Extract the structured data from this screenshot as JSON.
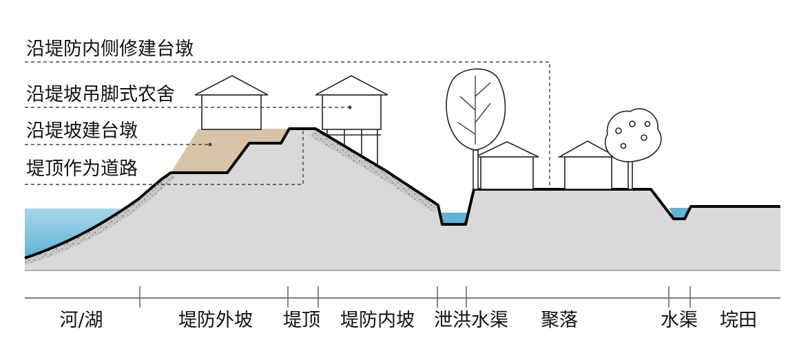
{
  "callouts": {
    "platform_inner": "沿堤防内侧修建台墩",
    "stilt_houses": "沿堤坡吊脚式农舍",
    "platform_slope": "沿堤坡建台墩",
    "crest_road": "堤顶作为道路"
  },
  "zones": [
    {
      "key": "river",
      "label": "河/湖"
    },
    {
      "key": "outer_slope",
      "label": "堤防外坡"
    },
    {
      "key": "crest",
      "label": "堤顶"
    },
    {
      "key": "inner_slope",
      "label": "堤防内坡"
    },
    {
      "key": "flood_channel",
      "label": "泄洪水渠"
    },
    {
      "key": "settlement",
      "label": "聚落"
    },
    {
      "key": "canal",
      "label": "水渠"
    },
    {
      "key": "pond_field",
      "label": "垸田"
    }
  ],
  "colors": {
    "water": "#5fb3d6",
    "water_light": "#a6d7ea",
    "ground": "#d9d9d9",
    "fill_soil": "#d8c3a8",
    "outline": "#000000"
  }
}
